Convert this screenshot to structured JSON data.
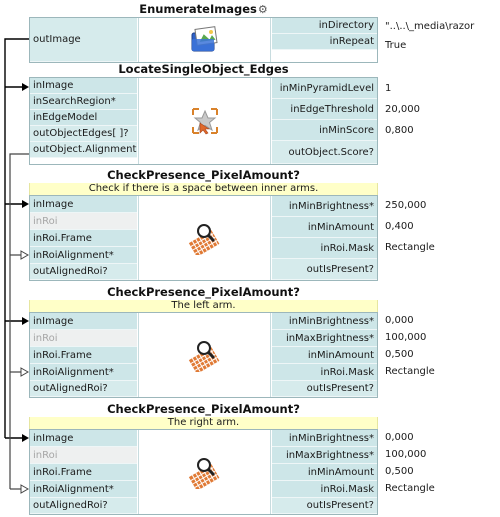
{
  "nodes": [
    {
      "title": "EnumerateImages",
      "inputs": [],
      "outputs_left": [
        "outImage"
      ],
      "params": [
        {
          "name": "inDirectory",
          "value": "\"..\\..\\_media\\razor"
        },
        {
          "name": "inRepeat",
          "value": "True"
        }
      ]
    },
    {
      "title": "LocateSingleObject_Edges",
      "inputs": [
        "inImage",
        "inSearchRegion*",
        "inEdgeModel",
        "outObjectEdges[ ]?",
        "outObject.Alignment?"
      ],
      "params": [
        {
          "name": "inMinPyramidLevel",
          "value": "1"
        },
        {
          "name": "inEdgeThreshold",
          "value": "20,000"
        },
        {
          "name": "inMinScore",
          "value": "0,800"
        },
        {
          "name": "outObject.Score?",
          "value": ""
        }
      ]
    },
    {
      "title": "CheckPresence_PixelAmount?",
      "comment": "Check if there is a space between inner arms.",
      "inputs": [
        "inImage",
        "inRoi",
        "inRoi.Frame",
        "inRoiAlignment*",
        "outAlignedRoi?"
      ],
      "params": [
        {
          "name": "inMinBrightness*",
          "value": "250,000"
        },
        {
          "name": "inMinAmount",
          "value": "0,400"
        },
        {
          "name": "inRoi.Mask",
          "value": "Rectangle"
        },
        {
          "name": "outIsPresent?",
          "value": ""
        }
      ]
    },
    {
      "title": "CheckPresence_PixelAmount?",
      "comment": "The left arm.",
      "inputs": [
        "inImage",
        "inRoi",
        "inRoi.Frame",
        "inRoiAlignment*",
        "outAlignedRoi?"
      ],
      "params": [
        {
          "name": "inMinBrightness*",
          "value": "0,000"
        },
        {
          "name": "inMaxBrightness*",
          "value": "100,000"
        },
        {
          "name": "inMinAmount",
          "value": "0,500"
        },
        {
          "name": "inRoi.Mask",
          "value": "Rectangle"
        },
        {
          "name": "outIsPresent?",
          "value": ""
        }
      ]
    },
    {
      "title": "CheckPresence_PixelAmount?",
      "comment": "The right arm.",
      "inputs": [
        "inImage",
        "inRoi",
        "inRoi.Frame",
        "inRoiAlignment*",
        "outAlignedRoi?"
      ],
      "params": [
        {
          "name": "inMinBrightness*",
          "value": "0,000"
        },
        {
          "name": "inMaxBrightness*",
          "value": "100,000"
        },
        {
          "name": "inMinAmount",
          "value": "0,500"
        },
        {
          "name": "inRoi.Mask",
          "value": "Rectangle"
        },
        {
          "name": "outIsPresent?",
          "value": ""
        }
      ]
    }
  ],
  "colors": {
    "port_bg": "#cde6e8",
    "comment_bg": "#ffffc8",
    "wire": "#000000"
  }
}
